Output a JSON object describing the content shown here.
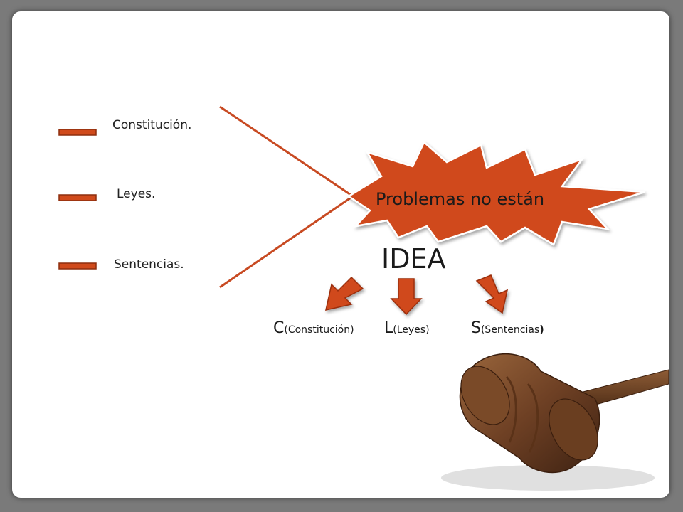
{
  "slide": {
    "items": [
      {
        "label": "Constitución."
      },
      {
        "label": "Leyes."
      },
      {
        "label": "Sentencias."
      }
    ],
    "burst_label": "Problemas no están",
    "title": "IDEA",
    "abbreviations": [
      {
        "letter": "C",
        "detail": "(Constitución)",
        "closing": ""
      },
      {
        "letter": "L",
        "detail": "(Leyes)",
        "closing": ""
      },
      {
        "letter": "S",
        "detail": "(Sentencias",
        "closing": ")"
      }
    ]
  },
  "colors": {
    "accent": "#d04a1b",
    "accent_dark": "#9a2e0c",
    "line": "#c84a22",
    "gavel_light": "#8a5a36",
    "gavel_dark": "#4a2a16"
  },
  "icons": [
    "dash-bullet-icon",
    "burst-shape",
    "down-arrow-icon",
    "gavel-icon"
  ]
}
